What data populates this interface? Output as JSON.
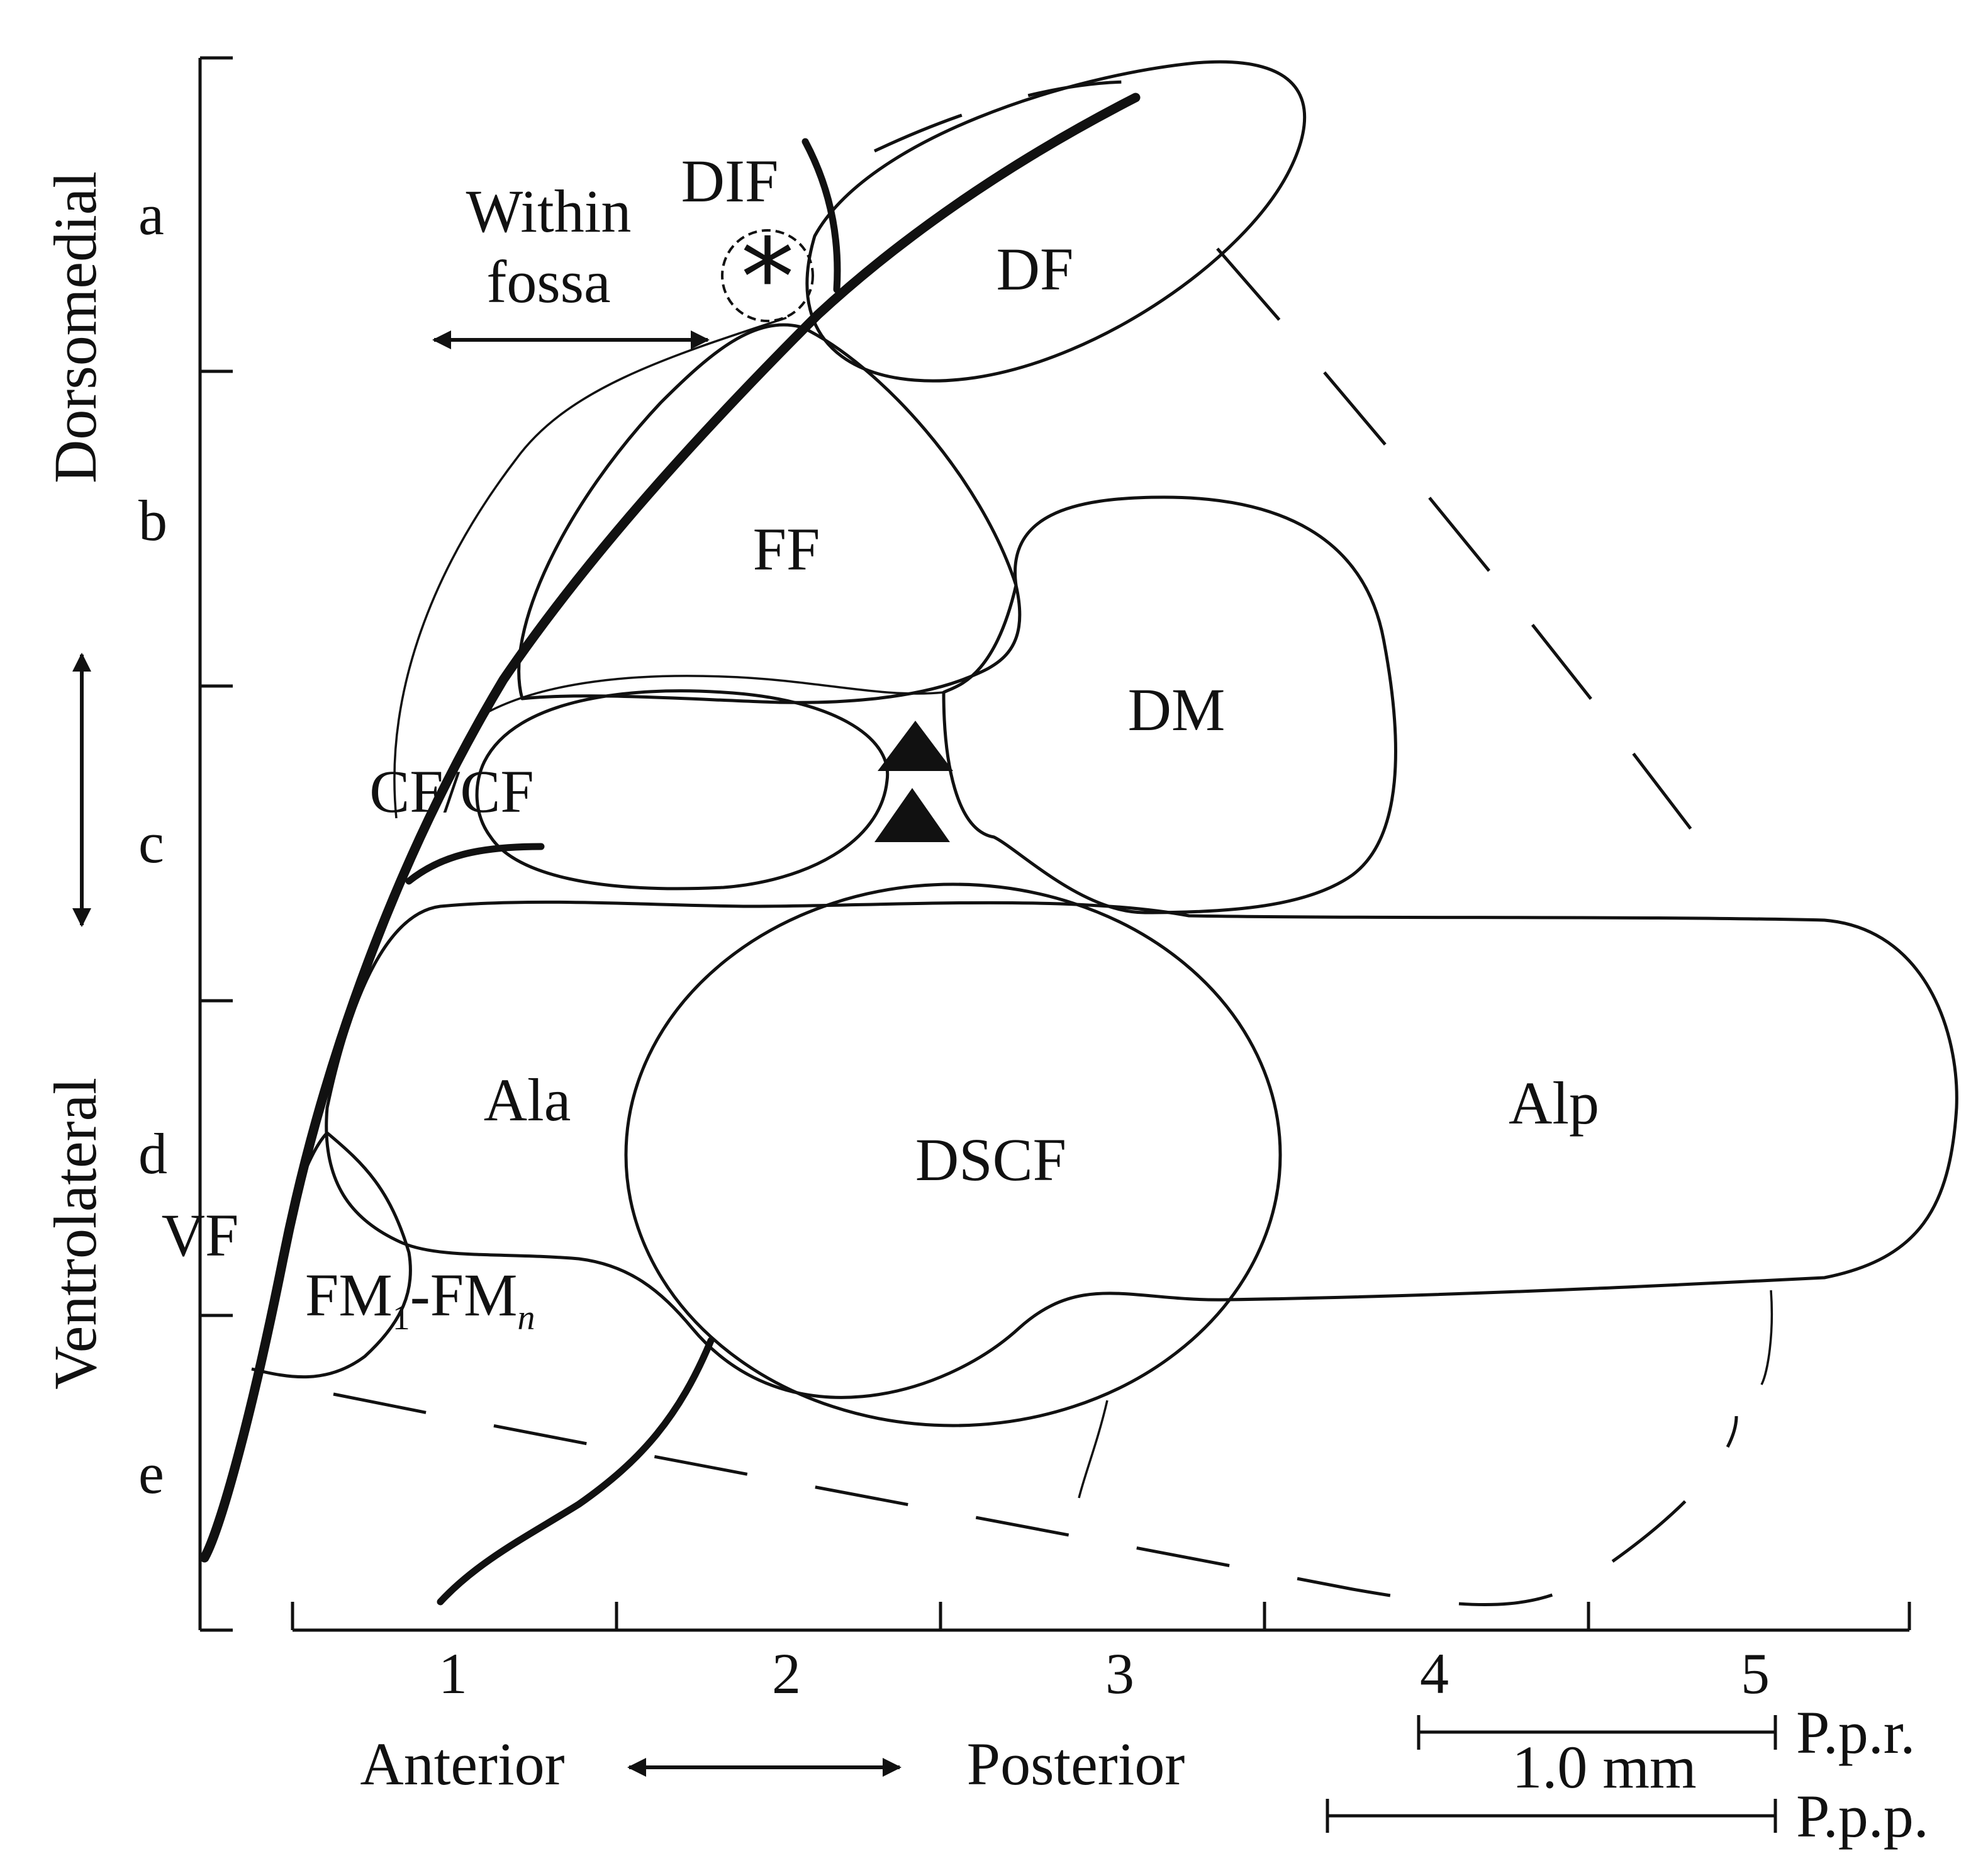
{
  "vertical_axis": {
    "rows": [
      "a",
      "b",
      "c",
      "d",
      "e"
    ],
    "upper_region": "Dorsomedial",
    "lower_region": "Ventrolateral"
  },
  "horizontal_axis": {
    "columns": [
      "1",
      "2",
      "3",
      "4",
      "5"
    ],
    "left_direction": "Anterior",
    "right_direction": "Posterior"
  },
  "structures": {
    "DIF": "DIF",
    "DF": "DF",
    "FF": "FF",
    "DM": "DM",
    "CF": "CF/CF",
    "Ala": "Ala",
    "Alp": "Alp",
    "DSCF": "DSCF",
    "VF": "VF",
    "FM_base": "FM",
    "FM_sub1": "1",
    "FM_sep": "-FM",
    "FM_subn": "n"
  },
  "annotations": {
    "within_line1": "Within",
    "within_line2": "fossa",
    "dif_marker": "*"
  },
  "scale_bar": {
    "length_label": "1.0 mm",
    "ppr": "P.p.r.",
    "ppp": "P.p.p."
  }
}
